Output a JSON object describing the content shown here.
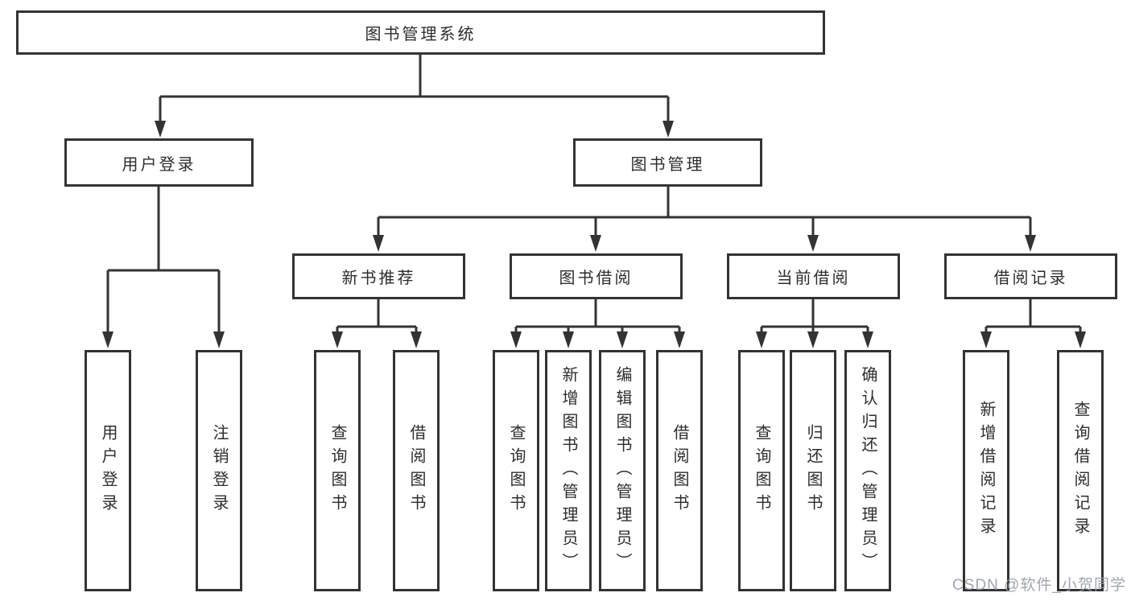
{
  "diagram": {
    "type": "hierarchy",
    "root": {
      "label": "图书管理系统"
    },
    "branches": [
      {
        "label": "用户登录",
        "children": [
          {
            "label": "用户登录"
          },
          {
            "label": "注销登录"
          }
        ]
      },
      {
        "label": "图书管理",
        "children": [
          {
            "label": "新书推荐",
            "children": [
              {
                "label": "查询图书"
              },
              {
                "label": "借阅图书"
              }
            ]
          },
          {
            "label": "图书借阅",
            "children": [
              {
                "label": "查询图书"
              },
              {
                "label": "新增图书（管理员）"
              },
              {
                "label": "编辑图书（管理员）"
              },
              {
                "label": "借阅图书"
              }
            ]
          },
          {
            "label": "当前借阅",
            "children": [
              {
                "label": "查询图书"
              },
              {
                "label": "归还图书"
              },
              {
                "label": "确认归还（管理员）"
              }
            ]
          },
          {
            "label": "借阅记录",
            "children": [
              {
                "label": "新增借阅记录"
              },
              {
                "label": "查询借阅记录"
              }
            ]
          }
        ]
      }
    ]
  },
  "watermark": {
    "text": "CSDN @软件_小贺同学"
  },
  "colors": {
    "line": "#333333",
    "box_border": "#333333",
    "box_fill": "#ffffff",
    "text": "#2d2d2d",
    "watermark": "#9aa0a7"
  }
}
